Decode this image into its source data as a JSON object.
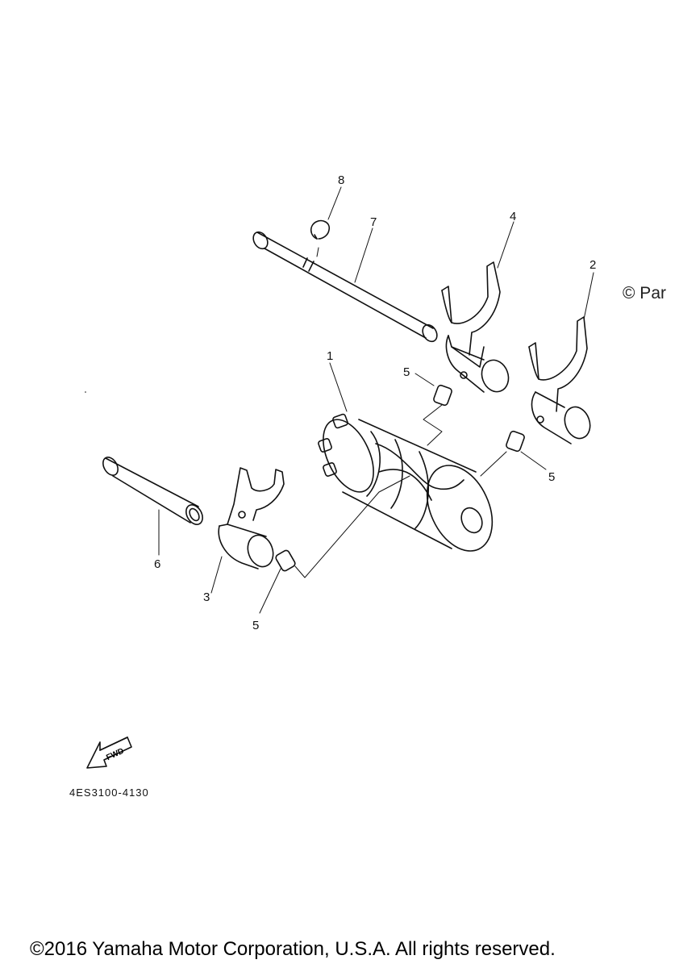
{
  "callouts": {
    "c1": "1",
    "c2": "2",
    "c3": "3",
    "c4": "4",
    "c5a": "5",
    "c5b": "5",
    "c5c": "5",
    "c6": "6",
    "c7": "7",
    "c8": "8"
  },
  "watermark": "© Par",
  "fwd_label": "FWD",
  "part_code": "4ES3100-4130",
  "copyright": "©2016 Yamaha Motor Corporation, U.S.A. All rights reserved.",
  "colors": {
    "line": "#111111",
    "background": "#ffffff"
  }
}
